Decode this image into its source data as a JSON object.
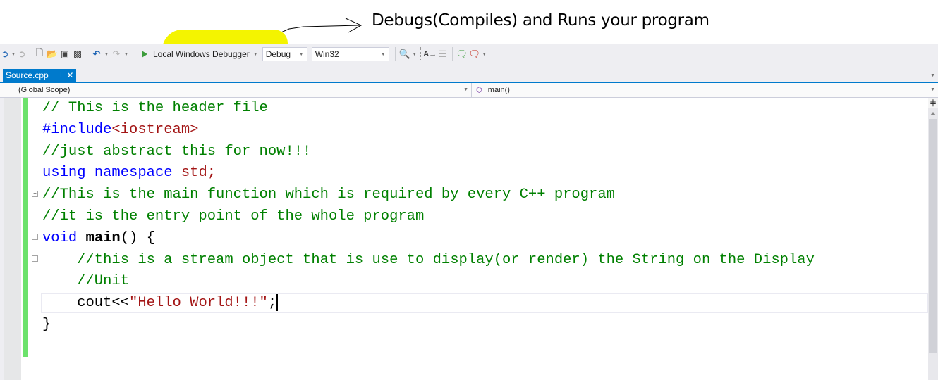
{
  "annotation": {
    "text": "Debugs(Compiles) and Runs your program"
  },
  "toolbar": {
    "icons": {
      "back": "navigate-back-icon",
      "forward": "navigate-forward-icon",
      "new_project": "new-project-icon",
      "open_file": "open-file-icon",
      "save": "save-icon",
      "save_all": "save-all-icon",
      "undo": "undo-icon",
      "redo": "redo-icon",
      "find": "find-in-files-icon",
      "format": "format-text-icon",
      "indent": "indent-icon",
      "add_comment": "add-comment-icon",
      "remove_comment": "remove-comment-icon"
    },
    "debugger_label": "Local Windows Debugger",
    "configuration": "Debug",
    "platform": "Win32",
    "highlight_color": "#f4f400"
  },
  "tabs": [
    {
      "label": "Source.cpp",
      "active": true
    }
  ],
  "navbar": {
    "scope": "(Global Scope)",
    "member": "main()"
  },
  "editor": {
    "lines": [
      [
        {
          "t": "// This is the header file",
          "c": "comment"
        }
      ],
      [
        {
          "t": "#include",
          "c": "kw"
        },
        {
          "t": "<iostream>",
          "c": "inc"
        }
      ],
      [
        {
          "t": "//just abstract this for now!!!",
          "c": "comment"
        }
      ],
      [
        {
          "t": "using",
          "c": "kw"
        },
        {
          "t": " ",
          "c": "id"
        },
        {
          "t": "namespace",
          "c": "kw"
        },
        {
          "t": " std;",
          "c": "inc"
        }
      ],
      [
        {
          "t": "//This is the main function which is required by every C++ program",
          "c": "comment"
        }
      ],
      [
        {
          "t": "//it is the entry point of the whole program",
          "c": "comment"
        }
      ],
      [
        {
          "t": "void",
          "c": "kw"
        },
        {
          "t": " ",
          "c": "id"
        },
        {
          "t": "main",
          "c": "bold"
        },
        {
          "t": "() {",
          "c": "id"
        }
      ],
      [
        {
          "t": "    //this is a stream object that is use to display(or render) the String on the Display",
          "c": "comment"
        }
      ],
      [
        {
          "t": "    //Unit",
          "c": "comment"
        }
      ],
      [
        {
          "t": "    cout<<",
          "c": "id"
        },
        {
          "t": "\"Hello World!!!\"",
          "c": "str"
        },
        {
          "t": ";",
          "c": "id"
        }
      ],
      [
        {
          "t": "}",
          "c": "id"
        }
      ]
    ],
    "current_line": 10,
    "colors": {
      "comment": "#008000",
      "keyword": "#0000ff",
      "string": "#a31515",
      "change_bar": "#6ce26c"
    }
  }
}
